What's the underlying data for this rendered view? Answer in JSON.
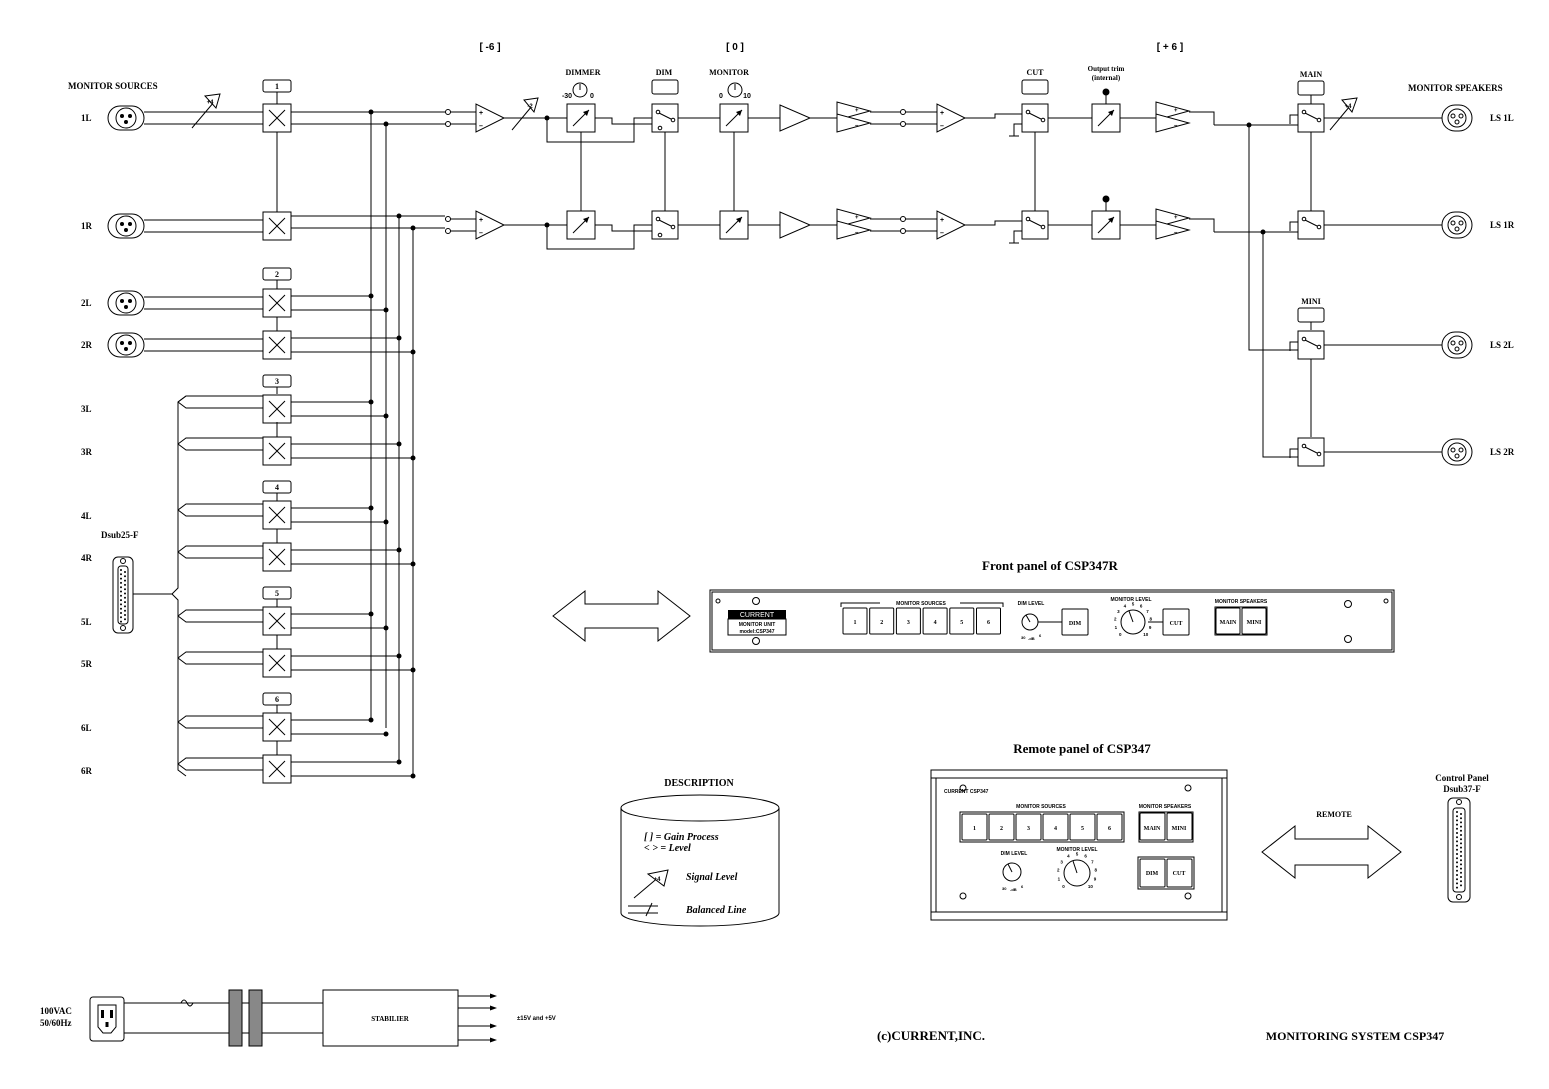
{
  "gain": {
    "g1": "[ -6 ]",
    "g2": "[ 0 ]",
    "g3": "[ + 6 ]"
  },
  "inputs": {
    "title": "MONITOR SOURCES",
    "labels": [
      "1L",
      "1R",
      "2L",
      "2R",
      "3L",
      "3R",
      "4L",
      "4R",
      "5L",
      "5R",
      "6L",
      "6R"
    ],
    "dsub": "Dsub25-F",
    "level_in": "+4",
    "level_mid": "-2"
  },
  "selector_numbers": [
    "1",
    "2",
    "3",
    "4",
    "5",
    "6"
  ],
  "chain": {
    "dimmer": "DIMMER",
    "dimmer_min": "-30",
    "dimmer_max": "0",
    "dim": "DIM",
    "monitor": "MONITOR",
    "monitor_min": "0",
    "monitor_max": "10",
    "cut": "CUT",
    "trim_line1": "Output trim",
    "trim_line2": "(internal)",
    "main": "MAIN",
    "mini": "MINI",
    "level_out": "+4"
  },
  "outputs": {
    "title": "MONITOR  SPEAKERS",
    "labels": [
      "LS 1L",
      "LS 1R",
      "LS 2L",
      "LS 2R"
    ]
  },
  "front_panel": {
    "title": "Front panel of CSP347R",
    "brand": "CURRENT",
    "unit_line1": "MONITOR UNIT",
    "unit_line2": "model:CSP347",
    "sources_label": "MONITOR SOURCES",
    "buttons": [
      "1",
      "2",
      "3",
      "4",
      "5",
      "6"
    ],
    "dim_level": "DIM LEVEL",
    "dim_btn": "DIM",
    "monitor_level": "MONITOR LEVEL",
    "cut_btn": "CUT",
    "speakers_label": "MONITOR SPEAKERS",
    "main_btn": "MAIN",
    "mini_btn": "MINI",
    "dim_scale": [
      "30",
      "-dB",
      "6"
    ],
    "mon_scale": [
      "0",
      "1",
      "2",
      "3",
      "4",
      "5",
      "6",
      "7",
      "8",
      "9",
      "10"
    ]
  },
  "remote_panel": {
    "title": "Remote panel of CSP347",
    "brand": "CURRENT CSP347",
    "sources_label": "MONITOR SOURCES",
    "buttons": [
      "1",
      "2",
      "3",
      "4",
      "5",
      "6"
    ],
    "speakers_label": "MONITOR SPEAKERS",
    "main_btn": "MAIN",
    "mini_btn": "MINI",
    "dim_level": "DIM LEVEL",
    "monitor_level": "MONITOR LEVEL",
    "dim_btn": "DIM",
    "cut_btn": "CUT",
    "dim_scale": [
      "30",
      "-dB",
      "6"
    ],
    "mon_scale": [
      "0",
      "1",
      "2",
      "3",
      "4",
      "5",
      "6",
      "7",
      "8",
      "9",
      "10"
    ]
  },
  "remote": {
    "label": "REMOTE",
    "control_line1": "Control Panel",
    "control_line2": "Dsub37-F"
  },
  "description": {
    "title": "DESCRIPTION",
    "line1": "[    ] = Gain Process",
    "line2": "<   > = Level",
    "signal": "Signal Level",
    "signal_val": "+4",
    "balanced": "Balanced Line"
  },
  "power": {
    "line1": "100VAC",
    "line2": "50/60Hz",
    "stabilizer": "STABILIER",
    "output": "±15V and +5V"
  },
  "footer": {
    "copyright": "(c)CURRENT,INC.",
    "system": "MONITORING SYSTEM CSP347"
  }
}
